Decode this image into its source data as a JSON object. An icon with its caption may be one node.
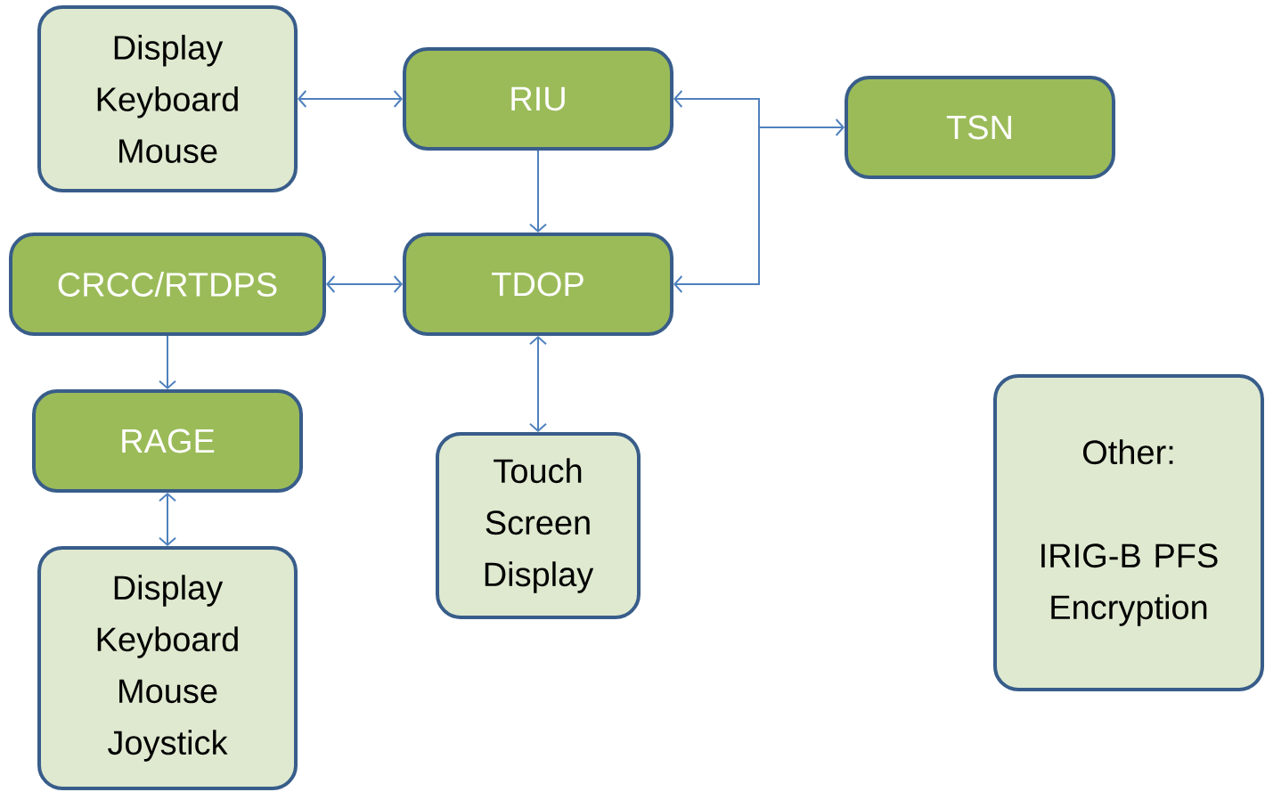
{
  "diagram": {
    "nodes": [
      {
        "text": [
          "Display Keyboard Mouse"
        ]
      },
      {
        "text": [
          "RIU"
        ]
      },
      {
        "text": [
          "TSN"
        ]
      },
      {
        "text": [
          "CRCC/RTDPS"
        ]
      },
      {
        "text": [
          "TDOP"
        ]
      },
      {
        "text": [
          "RAGE"
        ]
      },
      {
        "text": [
          "Touch Screen Display"
        ]
      },
      {
        "text": [
          "Display Keyboard Mouse Joystick"
        ]
      },
      {
        "text": [
          "Other:",
          "IRIG-B PFS Encryption"
        ]
      }
    ],
    "edges": [
      {
        "from": 0,
        "to": 1,
        "arrow": "both"
      },
      {
        "from": 1,
        "to": 4,
        "arrow": "to"
      },
      {
        "from": 1,
        "to": 2,
        "arrow": "both"
      },
      {
        "from": 4,
        "to": 2,
        "arrow": "both"
      },
      {
        "from": 3,
        "to": 4,
        "arrow": "both"
      },
      {
        "from": 3,
        "to": 5,
        "arrow": "to"
      },
      {
        "from": 5,
        "to": 7,
        "arrow": "both"
      },
      {
        "from": 4,
        "to": 6,
        "arrow": "both"
      }
    ]
  }
}
